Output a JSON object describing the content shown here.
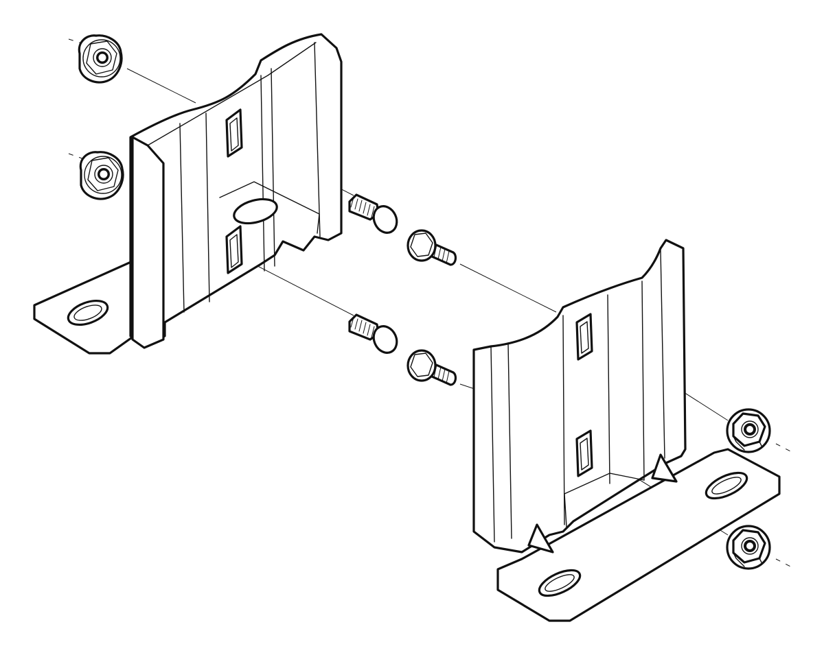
{
  "diagram": {
    "kind": "exploded-assembly",
    "line_color": "#111111",
    "background": "#ffffff",
    "parts": [
      {
        "name": "bracket",
        "count": 2
      },
      {
        "name": "carriage-bolt",
        "count": 2
      },
      {
        "name": "hex-bolt",
        "count": 2
      },
      {
        "name": "flange-nut",
        "count": 4
      }
    ]
  }
}
